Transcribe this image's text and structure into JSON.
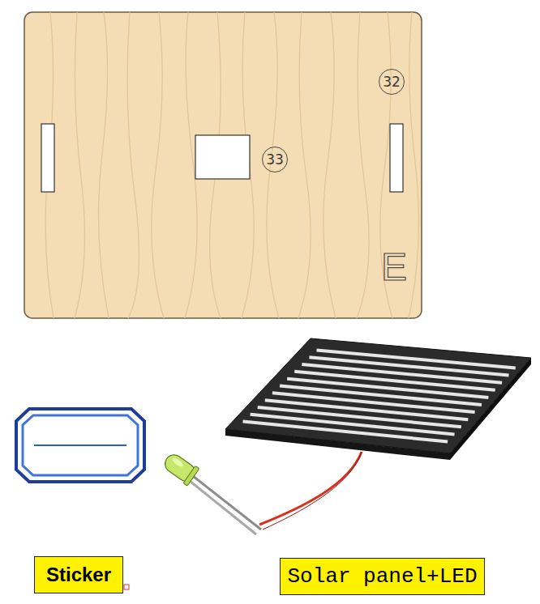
{
  "diagram": {
    "nodes": [
      {
        "text": [
          "32"
        ]
      },
      {
        "text": [
          "33"
        ]
      },
      {
        "text": [
          "Sticker"
        ]
      },
      {
        "text": [
          "Solar panel+LED"
        ]
      }
    ],
    "edges": [],
    "labels": [
      "E"
    ]
  }
}
